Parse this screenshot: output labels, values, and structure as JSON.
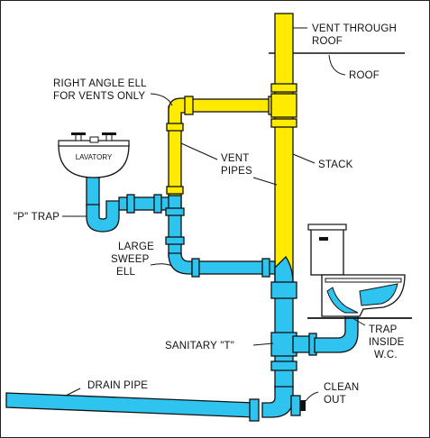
{
  "labels": {
    "vent_through_roof_1": "VENT THROUGH",
    "vent_through_roof_2": "ROOF",
    "roof": "ROOF",
    "right_angle_ell_1": "RIGHT ANGLE ELL",
    "right_angle_ell_2": "FOR VENTS ONLY",
    "vent_pipes_1": "VENT",
    "vent_pipes_2": "PIPES",
    "stack": "STACK",
    "lavatory": "LAVATORY",
    "p_trap": "\"P\" TRAP",
    "large_sweep_ell_1": "LARGE",
    "large_sweep_ell_2": "SWEEP",
    "large_sweep_ell_3": "ELL",
    "sanitary_t": "SANITARY \"T\"",
    "trap_inside_wc_1": "TRAP",
    "trap_inside_wc_2": "INSIDE",
    "trap_inside_wc_3": "W.C.",
    "drain_pipe": "DRAIN PIPE",
    "clean_out_1": "CLEAN",
    "clean_out_2": "OUT"
  },
  "colors": {
    "vent": "#ffeb00",
    "drain": "#2fc3f0",
    "outline": "#111111"
  }
}
